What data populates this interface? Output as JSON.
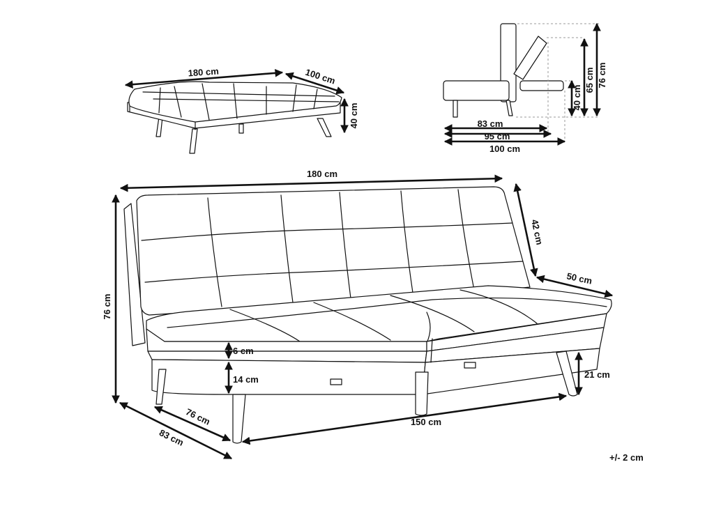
{
  "top_left_view": {
    "width_label": "180 cm",
    "depth_label": "100 cm",
    "height_label": "40 cm"
  },
  "top_right_view": {
    "depth_83_label": "83 cm",
    "depth_95_label": "95 cm",
    "depth_100_label": "100 cm",
    "height_40_label": "40 cm",
    "height_65_label": "65 cm",
    "height_76_label": "76 cm"
  },
  "main_view": {
    "width_label": "180 cm",
    "back_height_label": "42 cm",
    "seat_depth_label": "50 cm",
    "total_height_label": "76 cm",
    "cushion_label": "6 cm",
    "base_label": "14 cm",
    "leg_label": "21 cm",
    "inner_depth_label": "76 cm",
    "outer_depth_label": "83 cm",
    "leg_span_label": "150 cm"
  },
  "tolerance_label": "+/- 2 cm",
  "colors": {
    "line": "#111111",
    "dashed": "#999999",
    "background": "#ffffff"
  }
}
